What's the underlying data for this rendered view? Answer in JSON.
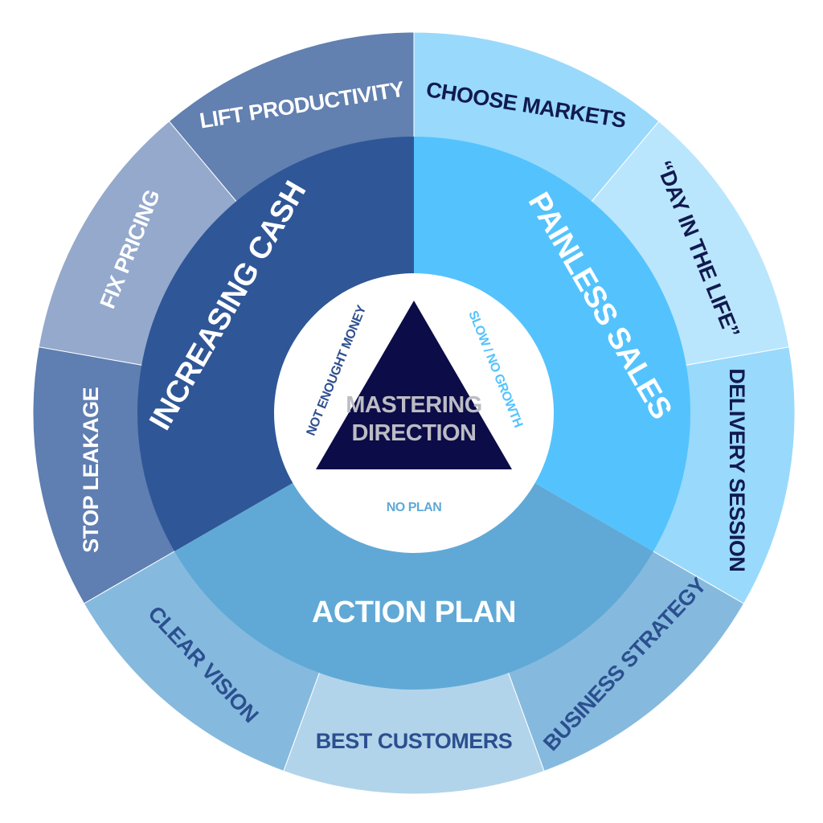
{
  "center": {
    "title_line1": "MASTERING",
    "title_line2": "DIRECTION",
    "labels": {
      "left": "NOT ENOUGHT MONEY",
      "right": "SLOW / NO GROWTH",
      "bottom": "NO PLAN"
    }
  },
  "pillars": [
    {
      "label": "INCREASING CASH",
      "color": "#2f5697",
      "text_color": "#ffffff"
    },
    {
      "label": "PAINLESS SALES",
      "color": "#54c3fd",
      "text_color": "#ffffff"
    },
    {
      "label": "ACTION PLAN",
      "color": "#60a9d6",
      "text_color": "#ffffff"
    }
  ],
  "outer_segments": [
    {
      "label": "LIFT PRODUCTIVITY",
      "color": "#6280b0",
      "text_color": "#ffffff"
    },
    {
      "label": "FIX PRICING",
      "color": "#94a9cc",
      "text_color": "#ffffff"
    },
    {
      "label": "STOP LEAKAGE",
      "color": "#5f7eb1",
      "text_color": "#ffffff"
    },
    {
      "label": "CLEAR VISION",
      "color": "#85bade",
      "text_color": "#2b4f8f"
    },
    {
      "label": "BEST CUSTOMERS",
      "color": "#b2d4ea",
      "text_color": "#2b4f8f"
    },
    {
      "label": "BUSINESS STRATEGY",
      "color": "#85bade",
      "text_color": "#2b4f8f"
    },
    {
      "label": "DELIVERY SESSION",
      "color": "#99d9fc",
      "text_color": "#111a4f"
    },
    {
      "label": "“DAY IN THE LIFE”",
      "color": "#bae6fd",
      "text_color": "#111a4f"
    },
    {
      "label": "CHOOSE MARKETS",
      "color": "#99d9fc",
      "text_color": "#111a4f"
    }
  ],
  "colors": {
    "triangle": "#0c0c48",
    "center_text": "#bcbcc4",
    "hub": "#ffffff",
    "label_increasing_cash": "#2f4f8f",
    "label_painless_sales": "#54c3fd",
    "label_action_plan": "#60a9d6"
  }
}
